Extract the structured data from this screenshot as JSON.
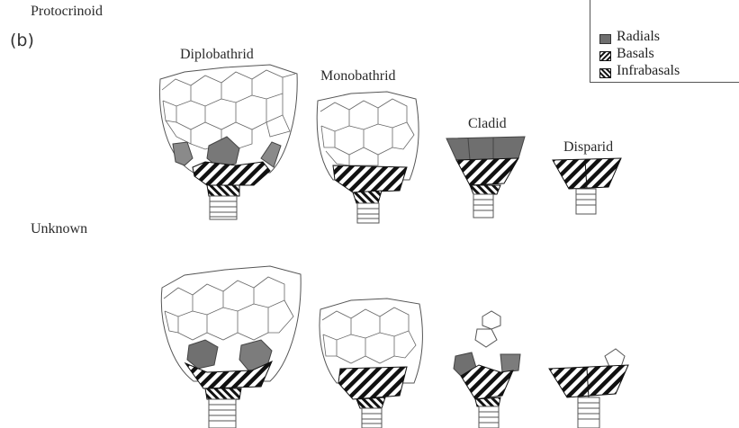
{
  "figure": {
    "row_label_top": "Protocrinoid",
    "panel_label": "(b)",
    "row_label_middle": "Unknown"
  },
  "taxa": {
    "diplobathrid": "Diplobathrid",
    "monobathrid": "Monobathrid",
    "cladid": "Cladid",
    "disparid": "Disparid"
  },
  "legend": {
    "items": [
      {
        "label": "Radials",
        "swatch": "radial"
      },
      {
        "label": "Basals",
        "swatch": "basal"
      },
      {
        "label": "Infrabasals",
        "swatch": "infrabasal"
      }
    ]
  },
  "colors": {
    "radial_fill": "#7a7a7a",
    "plate_stroke": "#555555",
    "background": "#ffffff"
  }
}
